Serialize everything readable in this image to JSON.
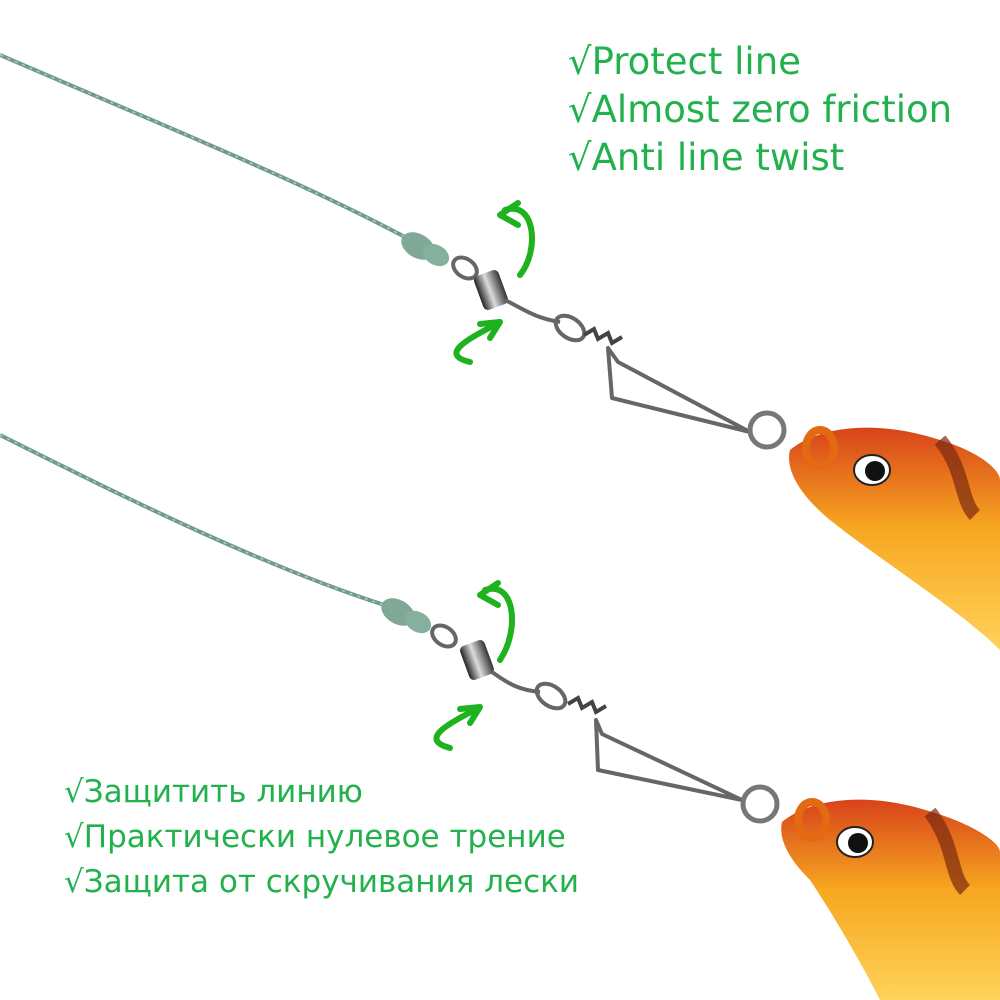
{
  "colors": {
    "text_green": "#22b14c",
    "arrow_green": "#1fb21f",
    "line_green": "#6f9a88",
    "lure_orange": "#f6a51e",
    "lure_red": "#d24a14",
    "metal": "#777777"
  },
  "features_en": [
    "√Protect line",
    "√Almost zero friction",
    "√Anti line twist"
  ],
  "features_ru": [
    "√Защитить линию",
    "√Практически нулевое трение",
    "√Защита от скручивания лески"
  ]
}
